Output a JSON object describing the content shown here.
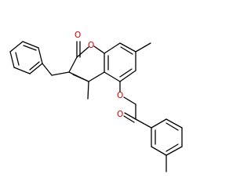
{
  "diagram": {
    "kind": "chemical-structure",
    "colors": {
      "bond": "#000000",
      "oxygen": "#d40000",
      "background": "#ffffff"
    },
    "atom_labels": {
      "carbonyl_o1": "O",
      "ring_o": "O",
      "ether_o": "O",
      "carbonyl_o2": "O"
    }
  }
}
